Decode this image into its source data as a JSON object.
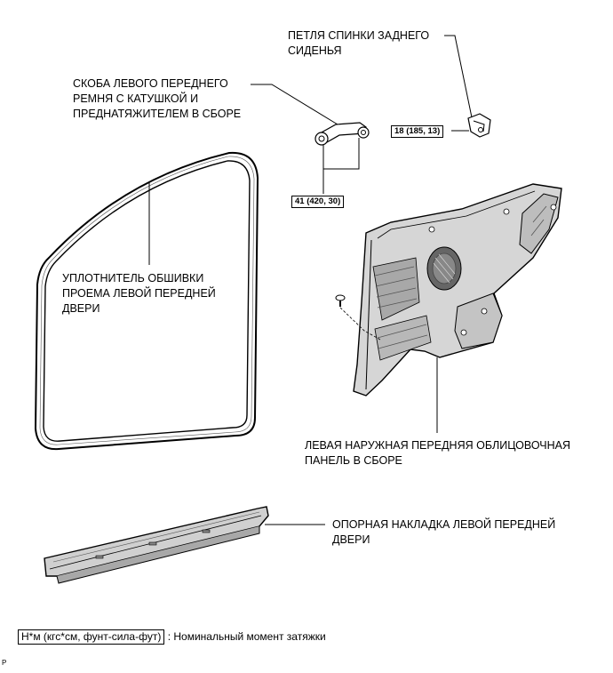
{
  "labels": {
    "rear_seat_hinge": [
      "ПЕТЛЯ СПИНКИ ЗАДНЕГО",
      "СИДЕНЬЯ"
    ],
    "seat_belt_bracket": [
      "СКОБА ЛЕВОГО ПЕРЕДНЕГО",
      "РЕМНЯ С КАТУШКОЙ И",
      "ПРЕДНАТЯЖИТЕЛЕМ В СБОРЕ"
    ],
    "door_opening_trim": [
      "УПЛОТНИТЕЛЬ ОБШИВКИ",
      "ПРОЕМА ЛЕВОЙ ПЕРЕДНЕЙ",
      "ДВЕРИ"
    ],
    "cowl_side_trim": [
      "ЛЕВАЯ НАРУЖНАЯ ПЕРЕДНЯЯ ОБЛИЦОВОЧНАЯ",
      "ПАНЕЛЬ В СБОРЕ"
    ],
    "scuff_plate": [
      "ОПОРНАЯ НАКЛАДКА ЛЕВОЙ ПЕРЕДНЕЙ",
      "ДВЕРИ"
    ]
  },
  "torques": {
    "hinge": "18 (185, 13)",
    "bracket": "41 (420, 30)"
  },
  "legend": {
    "unit_box": "Н*м (кгс*см, фунт-сила-фут)",
    "description": ": Номинальный момент затяжки"
  },
  "figure_code": "P"
}
